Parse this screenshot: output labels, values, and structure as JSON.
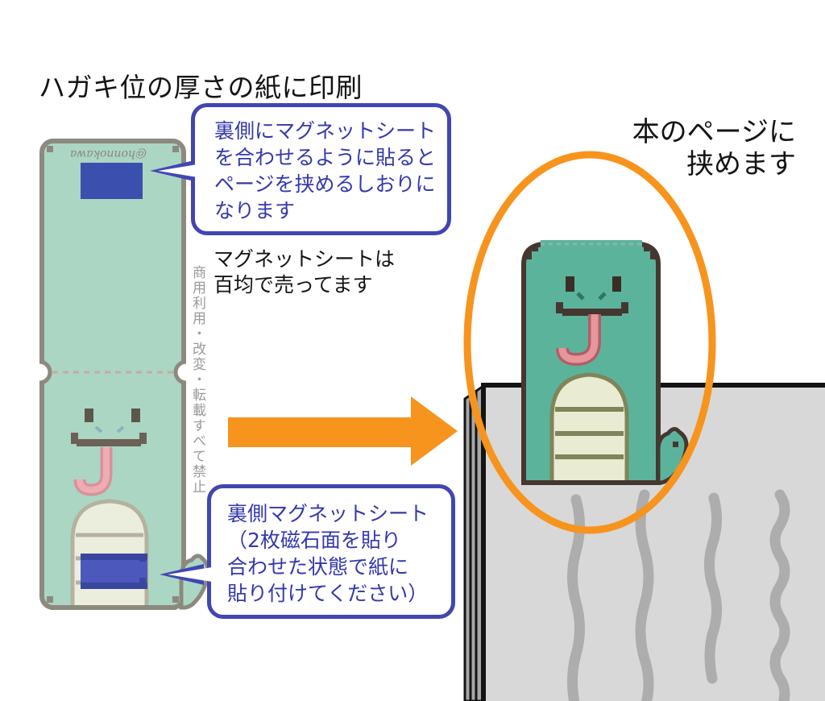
{
  "title": "ハガキ位の厚さの紙に印刷",
  "template": {
    "credit": "@honnokawa",
    "license": "商用利用・改変・転載すべて禁止"
  },
  "bubble_top": {
    "lines": [
      "裏側にマグネットシート",
      "を合わせるように貼ると",
      "ページを挟めるしおりに",
      "なります"
    ]
  },
  "note": {
    "lines": [
      "マグネットシートは",
      "百均で売ってます"
    ]
  },
  "bubble_bottom": {
    "lines": [
      "裏側マグネットシート",
      "（2枚磁石面を貼り",
      "合わせた状態で紙に",
      "貼り付けてください）"
    ]
  },
  "result_caption": {
    "lines": [
      "本のページに",
      "挟めます"
    ]
  },
  "colors": {
    "accent_orange": "#f7941e",
    "bubble_blue": "#4146b2",
    "magnet_blue": "#3a4fae",
    "magnet_blue_light": "#4d58bc",
    "template_mint": "#abd6c4",
    "template_border_gray": "#8d897e",
    "snake_teal": "#5cb39c",
    "outline_brown": "#453730",
    "belly_cream": "#e9ecd2",
    "belly_border_olive": "#7f855a",
    "tongue_pink": "#e8959b",
    "page_gray": "#d8d8d8",
    "squiggle_gray": "#adadad"
  }
}
